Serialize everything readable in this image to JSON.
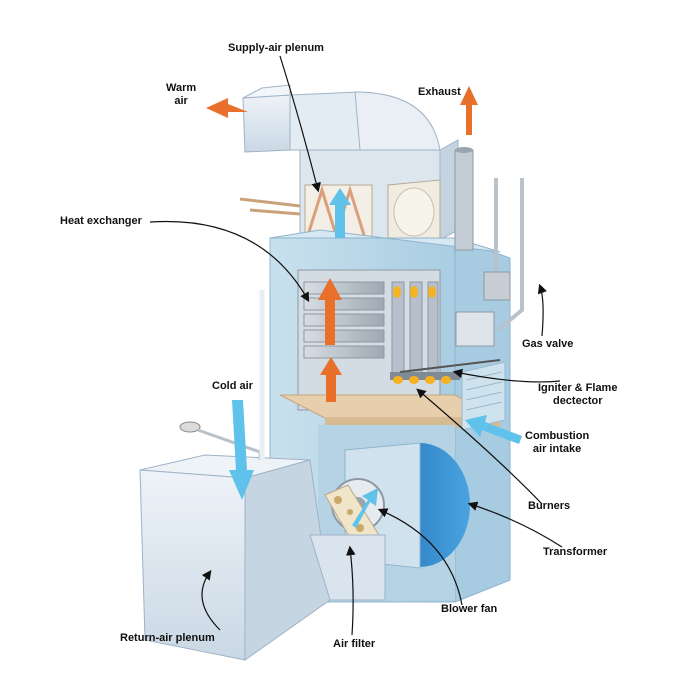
{
  "labels": {
    "supply_air_plenum": "Supply-air plenum",
    "warm_air": "Warm\nair",
    "exhaust": "Exhaust",
    "heat_exchanger": "Heat exchanger",
    "gas_valve": "Gas valve",
    "cold_air": "Cold air",
    "igniter_flame_detector": "Igniter & Flame\ndectector",
    "combustion_air_intake": "Combustion\nair intake",
    "burners": "Burners",
    "transformer": "Transformer",
    "blower_fan": "Blower fan",
    "return_air_plenum": "Return-air plenum",
    "air_filter": "Air filter"
  },
  "colors": {
    "cabinet": "#bcd8e8",
    "cabinet_side": "#9ec4db",
    "duct": "#dfe9f2",
    "warm_arrow": "#e8702a",
    "cool_arrow": "#5fc2ea",
    "blower_blue": "#3b8fd0",
    "flame": "#f5b324",
    "shelf": "#e7cfae",
    "pipe": "#b9c2cb"
  },
  "icons": [
    "warm-air-arrow",
    "exhaust-arrow",
    "cold-air-arrow",
    "combustion-air-arrow",
    "flue-pipe",
    "gas-pipe",
    "blower-wheel",
    "air-filter",
    "burner-flames"
  ]
}
